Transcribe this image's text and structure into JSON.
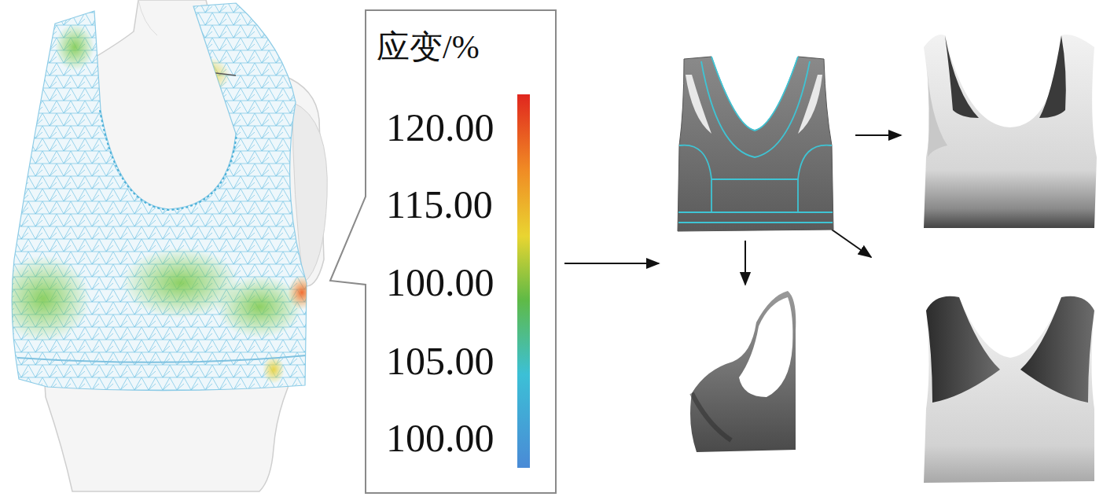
{
  "diagram": {
    "nodes": [
      {
        "text": [
          "应变/%",
          "120.00",
          "115.00",
          "100.00",
          "105.00",
          "100.00"
        ]
      }
    ]
  }
}
